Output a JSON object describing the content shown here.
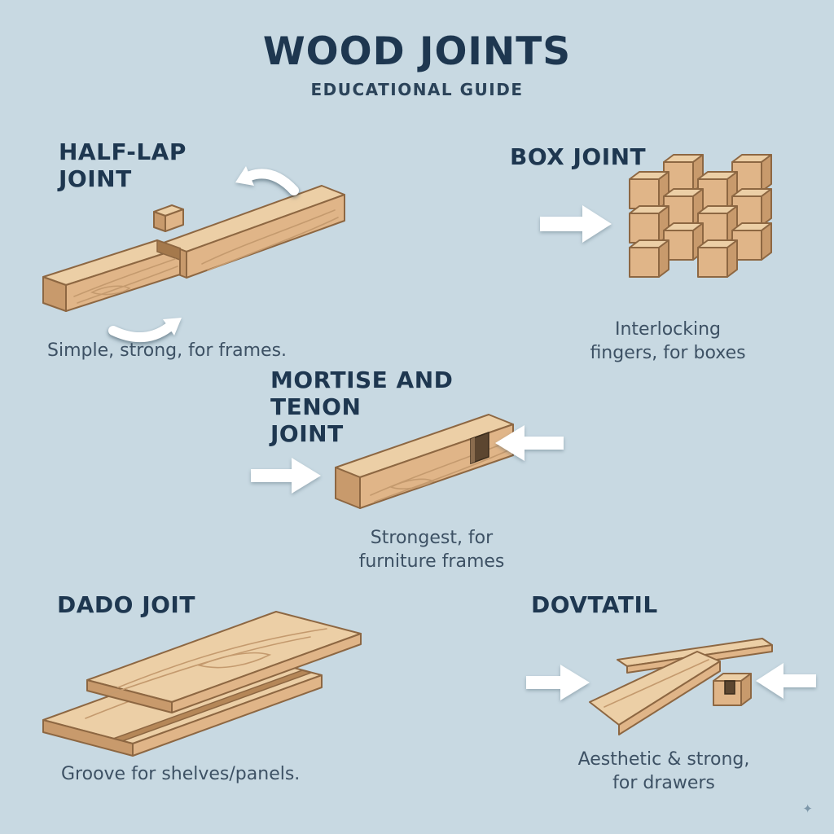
{
  "page": {
    "title": "WOOD JOINTS",
    "subtitle": "EDUCATIONAL GUIDE",
    "sparkle": "✦"
  },
  "sections": {
    "half_lap": {
      "title": "HALF-LAP\nJOINT",
      "caption": "Simple, strong, for frames."
    },
    "box": {
      "title": "BOX JOINT",
      "caption": "Interlocking\nfingers, for boxes"
    },
    "mortise": {
      "title": "MORTISE AND\nTENON\nJOINT",
      "caption": "Strongest, for\nfurniture frames"
    },
    "dado": {
      "title": "DADO JOIT",
      "caption": "Groove for shelves/panels."
    },
    "dovetail": {
      "title": "DOVTATIL",
      "caption": "Aesthetic & strong,\nfor drawers"
    }
  },
  "colors": {
    "background": "#c8d9e2",
    "heading": "#1e3750",
    "subtitle": "#2b4359",
    "caption": "#3d5164",
    "wood_top": "#eccfa6",
    "wood_front": "#e0b588",
    "wood_side": "#c89a6c",
    "wood_outline": "#8d6742",
    "wood_grain": "#c49a6e",
    "groove": "#b58758",
    "mortise_hole": "#5c4630",
    "arrow_color": "#ffffff"
  }
}
